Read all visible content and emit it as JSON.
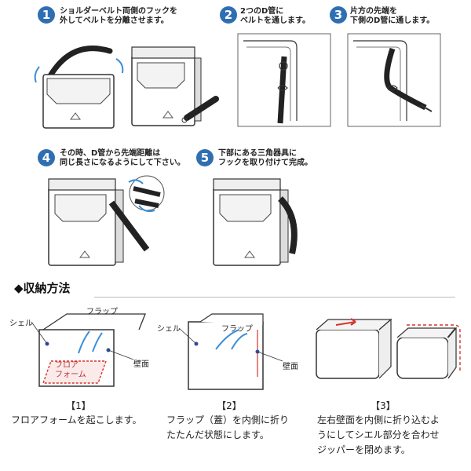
{
  "steps": [
    {
      "num": "1",
      "text": "ショルダーベルト両側のフックを\n外してベルトを分離させます。"
    },
    {
      "num": "2",
      "text": "2つのD管に\nベルトを通します。"
    },
    {
      "num": "3",
      "text": "片方の先端を\n下側のD管に通します。"
    },
    {
      "num": "4",
      "text": "その時、D管から先端距離は\n同じ長さになるようにして下さい。"
    },
    {
      "num": "5",
      "text": "下部にある三角器具に\nフックを取り付けて完成。"
    }
  ],
  "storage": {
    "title": "◆収納方法",
    "labels": {
      "shell": "シェル",
      "flap": "フラップ",
      "wall": "壁面",
      "floor_form": "フロア\nフォーム"
    },
    "captions": [
      {
        "num": "【1】",
        "text": "フロアフォームを起こします。"
      },
      {
        "num": "【2】",
        "text": "フラップ（蓋）を内側に折り\nたたんだ状態にします。"
      },
      {
        "num": "【3】",
        "text": "左右壁面を内側に折り込むよ\nうにしてシエル部分を合わせ\nジッパーを閉めます。"
      }
    ]
  },
  "colors": {
    "step_badge": "#2f6fb1",
    "arrow_blue": "#3a8fd8",
    "red_dashed": "#d9322b"
  }
}
